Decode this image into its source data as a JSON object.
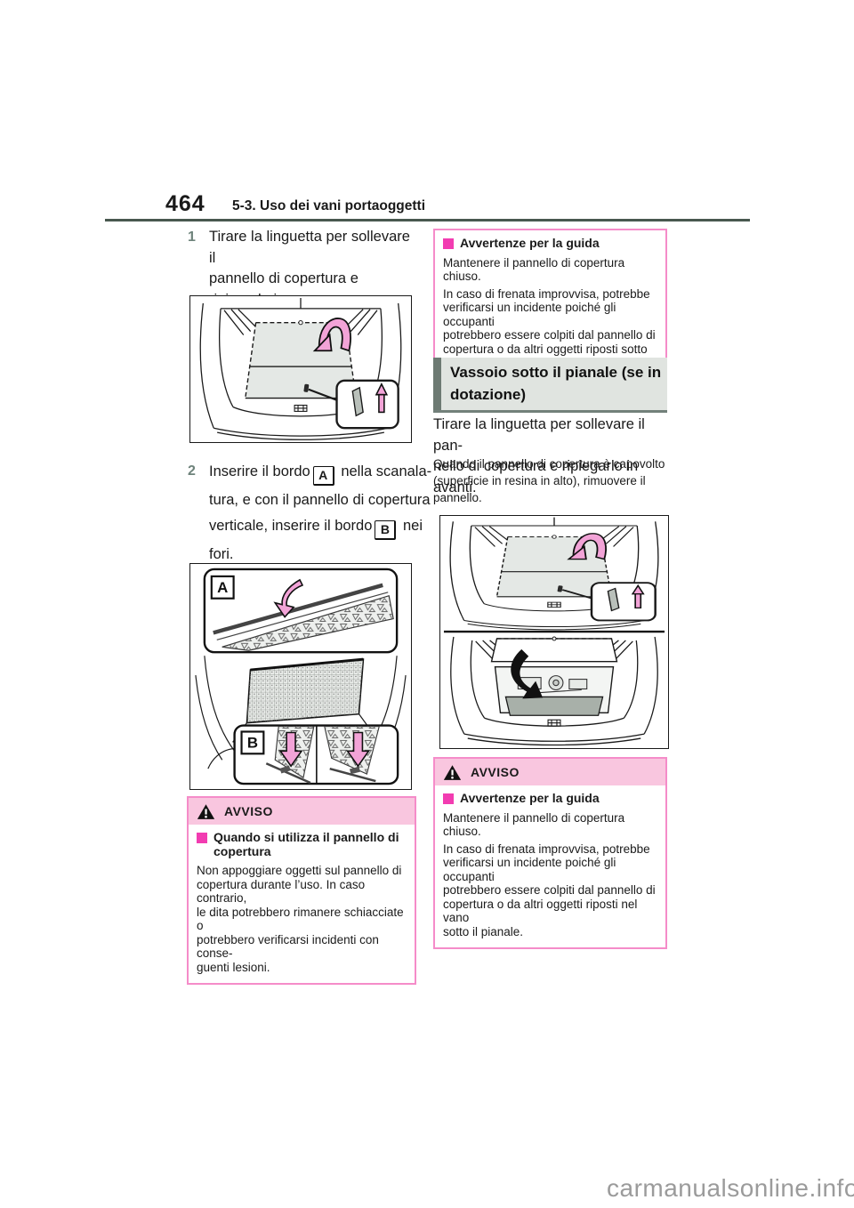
{
  "page": {
    "number": "464",
    "section_header": "5-3. Uso dei vani portaoggetti",
    "watermark": "carmanualsonline.info"
  },
  "steps": {
    "step1": {
      "num": "1",
      "text": "Tirare la linguetta per sollevare il\npannello di copertura e ripiegarlo in\navanti."
    },
    "step2": {
      "num": "2",
      "l1a": "Inserire il bordo",
      "key_a": "A",
      "l1b": " nella scanala-",
      "l2": "tura, e con il pannello di copertura",
      "l3a": "verticale, inserire il bordo",
      "key_b": "B",
      "l3b": " nei",
      "l4": "fori."
    }
  },
  "guidance_note": {
    "title": "Avvertenze per la guida",
    "p1": "Mantenere il pannello di copertura chiuso.",
    "p2": "In caso di frenata improvvisa, potrebbe\nverificarsi un incidente poiché gli occupanti\npotrebbero essere colpiti dal pannello di\ncopertura o da altri oggetti riposti sotto di\nesso."
  },
  "section": {
    "heading": "Vassoio sotto il pianale (se in\ndotazione)",
    "para1": "Tirare la linguetta per sollevare il pan-\nnello di copertura e ripiegarlo in avanti.",
    "para2": "Quando il pannello di copertura è capovolto\n(superficie in resina in alto), rimuovere il\npannello."
  },
  "avviso_left": {
    "label": "AVVISO",
    "title": "Quando si utilizza il pannello di\ncopertura",
    "body": "Non appoggiare oggetti sul pannello di\ncopertura durante l’uso. In caso contrario,\nle dita potrebbero rimanere schiacciate o\npotrebbero verificarsi incidenti con conse-\nguenti lesioni."
  },
  "avviso_right": {
    "label": "AVVISO",
    "title": "Avvertenze per la guida",
    "p1": "Mantenere il pannello di copertura chiuso.",
    "p2": "In caso di frenata improvvisa, potrebbe\nverificarsi un incidente poiché gli occupanti\npotrebbero essere colpiti dal pannello di\ncopertura o da altri oggetti riposti nel vano\nsotto il pianale."
  },
  "colors": {
    "accent_pink": "#f23cb1",
    "avviso_header_bg": "#f9c6df",
    "avviso_border": "#f58cc9",
    "heading_bg": "#e0e4e0",
    "heading_bar": "#6d7a73",
    "header_rule": "#48584f",
    "step_number": "#6e837b",
    "figure_pink": "#f2a3d7",
    "watermark_gray": "#9b9b9b"
  }
}
